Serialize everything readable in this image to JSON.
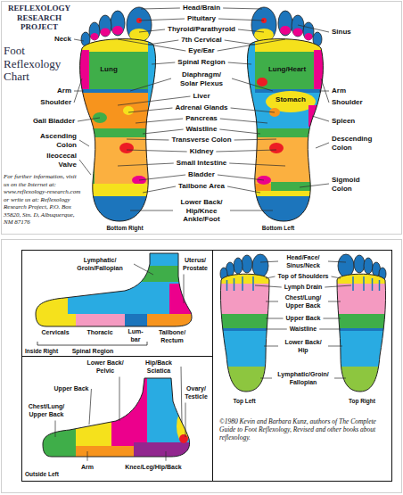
{
  "diagram": {
    "title": "Foot Reflexology Chart",
    "caption": "©1980 Kevin and Barbara Kunz, authors of The Complete Guide to Foot Reflexology, Revised and other books about reflexology.",
    "labels": [
      "REFLEXOLOGY RESEARCH PROJECT",
      "Head/Brain",
      "Pituitary",
      "Thyroid/Parathyroid",
      "7th Cervical",
      "Eye/Ear",
      "Spinal Region",
      "Diaphragm/ Solar Plexus",
      "Liver",
      "Adrenal Glands",
      "Pancreas",
      "Waistline",
      "Transverse Colon",
      "Kidney",
      "Small Intestine",
      "Bladder",
      "Tailbone Area",
      "Lower Back/ Hip/Knee Ankle/Foot",
      "Neck",
      "Arm",
      "Shoulder",
      "Gall Bladder",
      "Ascending Colon",
      "Ileocecal Valve",
      "For further information, visit us on the Internet at: www.reflexology-research.com or write us at: Reflexology Research Project, P.O. Box 35820, Stn. D, Albuquerque, NM 87176",
      "Bottom Right",
      "Sinus",
      "Arm",
      "Shoulder",
      "Spleen",
      "Descending Colon",
      "Sigmoid Colon",
      "Bottom Left",
      "Lung",
      "Lung/Heart",
      "Stomach",
      "Lymphatic/ Groin/Fallopian",
      "Uterus/ Prostate",
      "Cervicals",
      "Thoracic",
      "Lum- bar",
      "Tailbone/ Rectum",
      "Spinal Region",
      "Inside Right",
      "Lower Back/ Pelvic",
      "Hip/Back Sciatica",
      "Upper Back",
      "Ovary/ Testicle",
      "Chest/Lung/ Upper Back",
      "Arm",
      "Knee/Leg/Hip/Back",
      "Outside Left",
      "Head/Face/ Sinus/Neck",
      "Top of Shoulders",
      "Lymph Drain",
      "Chest/Lung/ Upper Back",
      "Upper Back",
      "Waistline",
      "Lower Back/ Hip",
      "Lymphatic/Groin/ Fallopian",
      "Top Left",
      "Top Right"
    ]
  }
}
